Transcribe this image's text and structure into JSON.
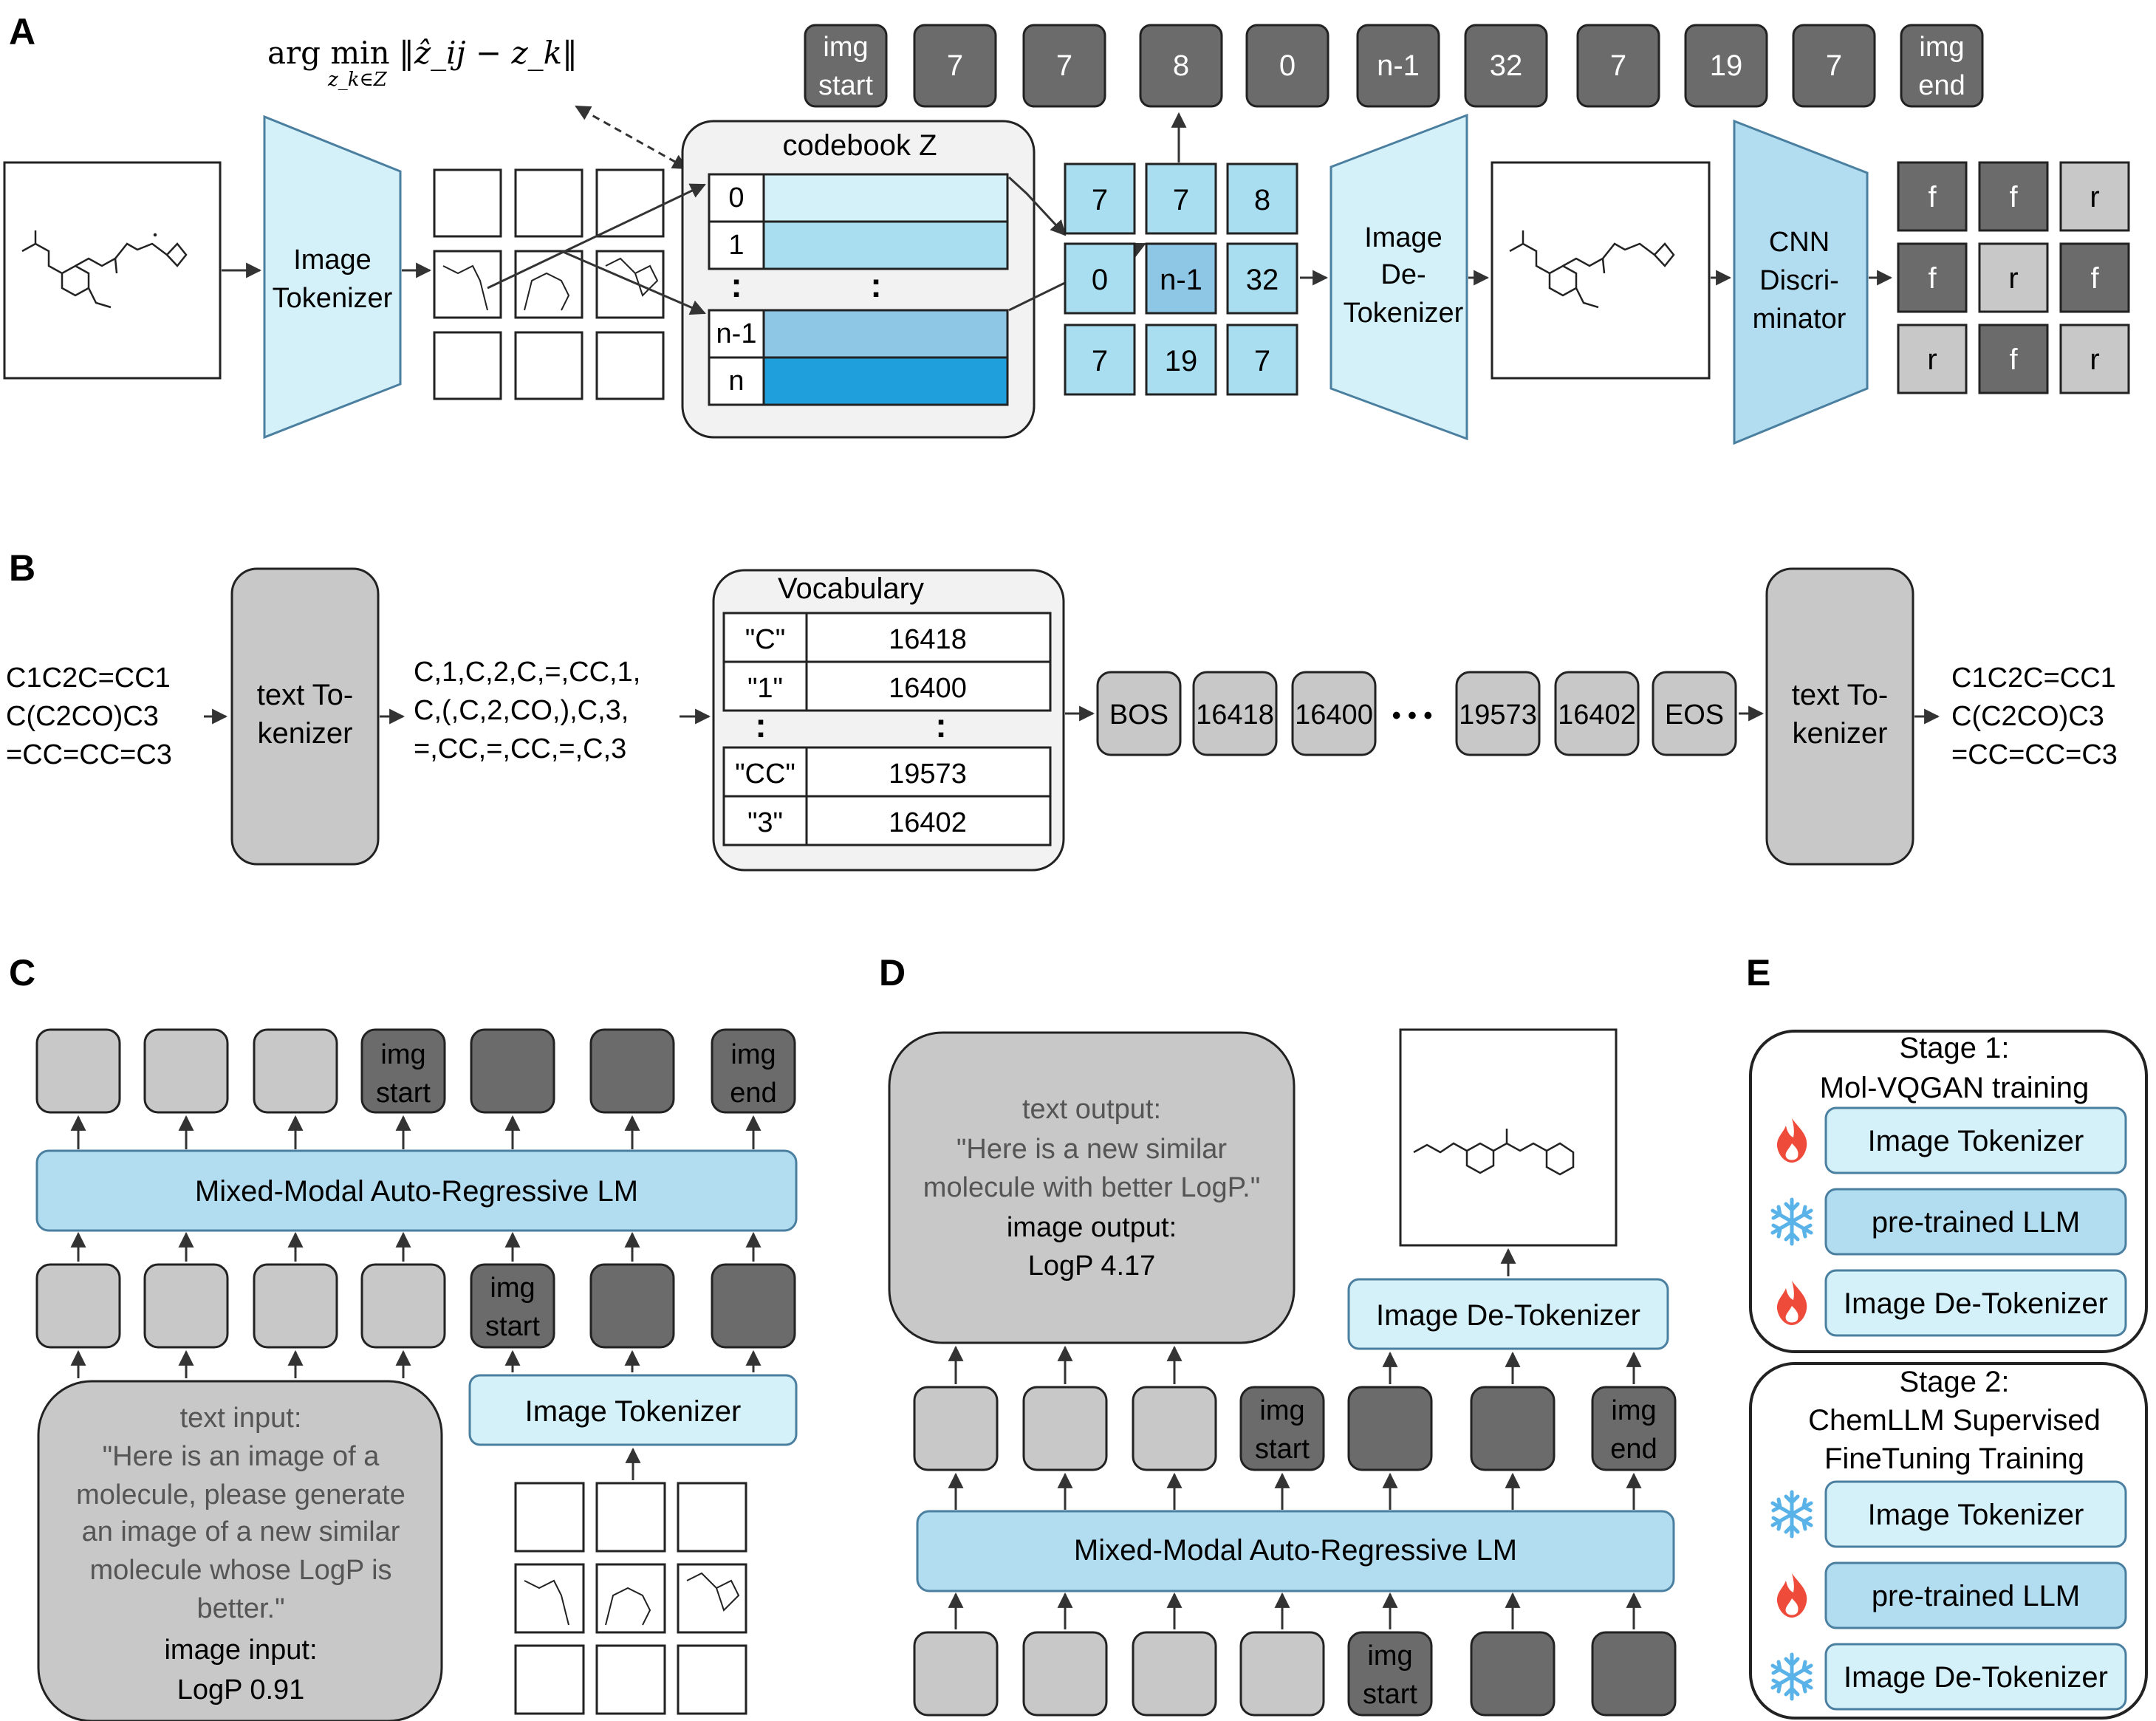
{
  "panels": {
    "a": "A",
    "b": "B",
    "c": "C",
    "d": "D",
    "e": "E"
  },
  "a": {
    "formula_main": "arg min",
    "formula_sub": "z_k∈Z",
    "formula_body": "‖ẑ_ij − z_k‖",
    "image_tokenizer": [
      "Image",
      "Tokenizer"
    ],
    "codebook_title": "codebook Z",
    "codebook_indices": [
      "0",
      "1",
      "n-1",
      "n"
    ],
    "dots": ":",
    "top_tokens": [
      [
        "img",
        "start"
      ],
      [
        "7"
      ],
      [
        "7"
      ],
      [
        "8"
      ],
      [
        "0"
      ],
      [
        "n-1"
      ],
      [
        "32"
      ],
      [
        "7"
      ],
      [
        "19"
      ],
      [
        "7"
      ],
      [
        "img",
        "end"
      ]
    ],
    "grid_tokens": [
      "7",
      "7",
      "8",
      "0",
      "n-1",
      "32",
      "7",
      "19",
      "7"
    ],
    "detokenizer": [
      "Image",
      "De-",
      "Tokenizer"
    ],
    "discriminator": [
      "CNN",
      "Discri-",
      "minator"
    ],
    "fr_grid": [
      "f",
      "f",
      "r",
      "f",
      "r",
      "f",
      "r",
      "f",
      "r"
    ]
  },
  "b": {
    "smiles_in": [
      "C1C2C=CC1",
      "C(C2CO)C3",
      "=CC=CC=C3"
    ],
    "text_tokenizer": [
      "text To-",
      "kenizer"
    ],
    "token_list": [
      "C,1,C,2,C,=,CC,1,",
      "C,(,C,2,CO,),C,3,",
      "=,CC,=,CC,=,C,3"
    ],
    "vocab_title": "Vocabulary",
    "vocab_rows": [
      [
        "\"C\"",
        "16418"
      ],
      [
        "\"1\"",
        "16400"
      ],
      [
        "\"CC\"",
        "19573"
      ],
      [
        "\"3\"",
        "16402"
      ]
    ],
    "vocab_dots": ":",
    "seq": [
      "BOS",
      "16418",
      "16400",
      "19573",
      "16402",
      "EOS"
    ],
    "ellipsis": "• • •",
    "smiles_out": [
      "C1C2C=CC1",
      "C(C2CO)C3",
      "=CC=CC=C3"
    ]
  },
  "c": {
    "top_tokens": [
      "",
      "",
      "",
      "img|start",
      "",
      "",
      "img|end"
    ],
    "lm": "Mixed-Modal Auto-Regressive LM",
    "bottom_tokens": [
      "",
      "",
      "",
      "",
      "img|start",
      "",
      ""
    ],
    "text_input": [
      "text input:",
      "\"Here is an image of a",
      "molecule, please generate",
      "an image of a new similar",
      "molecule whose LogP is",
      "better.\""
    ],
    "image_input_label": "image input:",
    "image_input_value": "LogP 0.91",
    "image_tokenizer": "Image Tokenizer"
  },
  "d": {
    "text_output": [
      "text output:",
      "\"Here is a new similar",
      "molecule with better LogP.\""
    ],
    "image_output_label": "image output:",
    "image_output_value": "LogP 4.17",
    "detokenizer": "Image De-Tokenizer",
    "top_tokens": [
      "",
      "",
      "",
      "img|start",
      "",
      "",
      "img|end"
    ],
    "lm": "Mixed-Modal Auto-Regressive LM",
    "bottom_tokens": [
      "",
      "",
      "",
      "",
      "img|start",
      "",
      ""
    ]
  },
  "e": {
    "stage1": [
      "Stage 1:",
      "Mol-VQGAN training"
    ],
    "stage1_items": [
      "Image Tokenizer",
      "pre-trained LLM",
      "Image De-Tokenizer"
    ],
    "stage2": [
      "Stage 2:",
      "ChemLLM Supervised",
      "FineTuning Training"
    ],
    "stage2_items": [
      "Image Tokenizer",
      "pre-trained LLM",
      "Image De-Tokenizer"
    ]
  },
  "colors": {
    "light_blue": "#d4f0f8",
    "mid_blue": "#b2dcef",
    "dark_gray": "#6b6b6b",
    "light_gray": "#c8c8c8",
    "panel_gray": "#f2f2f2",
    "codebook_row1": "#d4f0f8",
    "codebook_row2": "#a9def0",
    "codebook_row3": "#8ec6e6",
    "codebook_row4": "#1fa0dc",
    "fire": "#ef4b3a",
    "snow": "#5ab3e8"
  }
}
